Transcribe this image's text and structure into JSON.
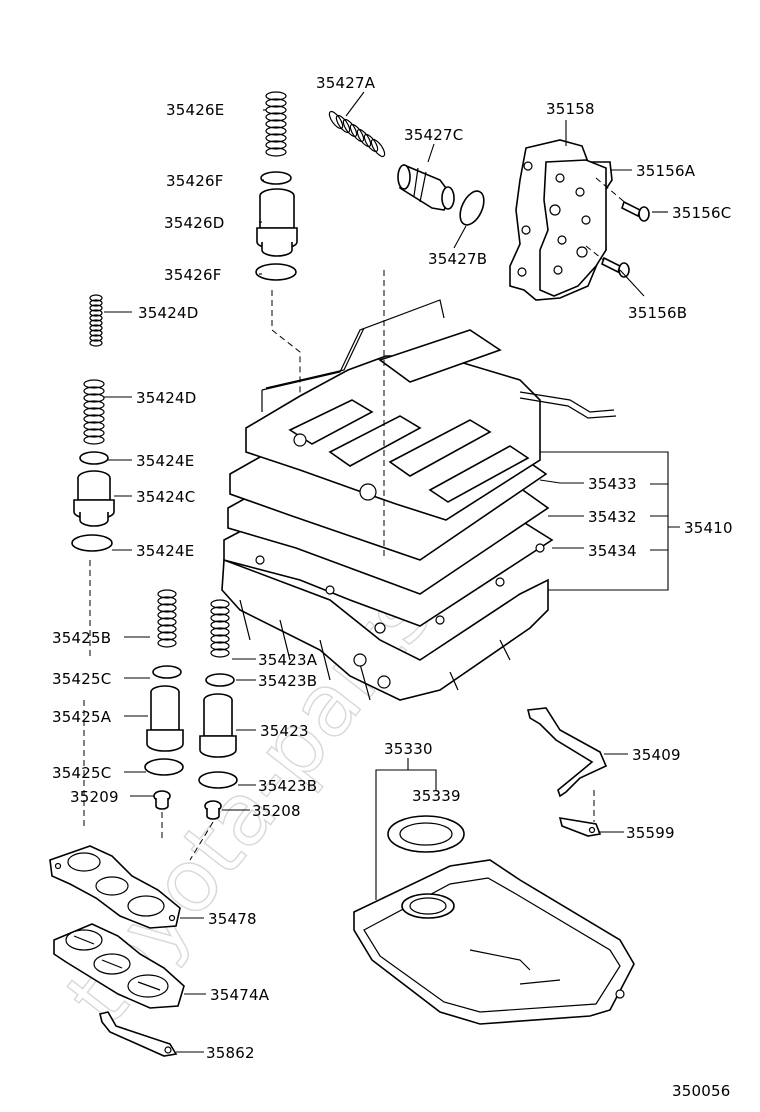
{
  "watermark": "toyota-parts.ru",
  "figure_code": "350056",
  "labels": {
    "p35427A": "35427A",
    "p35426E": "35426E",
    "p35427C": "35427C",
    "p35158": "35158",
    "p35156A": "35156A",
    "p35426F_top": "35426F",
    "p35426D": "35426D",
    "p35156C": "35156C",
    "p35427B": "35427B",
    "p35426F_bot": "35426F",
    "p35424D_top": "35424D",
    "p35156B": "35156B",
    "p35424D_mid": "35424D",
    "p35424E_top": "35424E",
    "p35424C": "35424C",
    "p35433": "35433",
    "p35432": "35432",
    "p35410": "35410",
    "p35424E_bot": "35424E",
    "p35434": "35434",
    "p35425B": "35425B",
    "p35423A": "35423A",
    "p35425C_top": "35425C",
    "p35423B_top": "35423B",
    "p35425A": "35425A",
    "p35423": "35423",
    "p35425C_bot": "35425C",
    "p35423B_bot": "35423B",
    "p35209": "35209",
    "p35208": "35208",
    "p35330": "35330",
    "p35339": "35339",
    "p35409": "35409",
    "p35599": "35599",
    "p35478": "35478",
    "p35474A": "35474A",
    "p35862": "35862"
  }
}
